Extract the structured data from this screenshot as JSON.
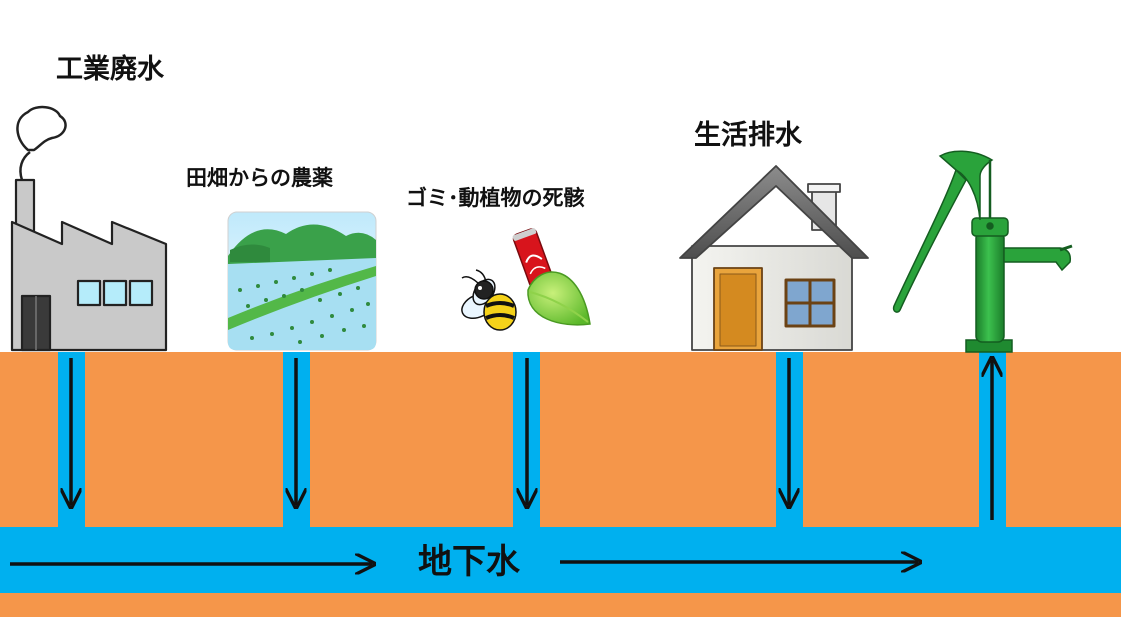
{
  "labels": {
    "industrial_wastewater": "工業廃水",
    "pesticides_from_fields": "田畑からの農薬",
    "garbage_and_remains": "ゴミ･動植物の死骸",
    "domestic_wastewater": "生活排水",
    "groundwater": "地下水"
  },
  "icons": {
    "factory": "factory-icon",
    "rice_field": "rice-field-icon",
    "bee": "bee-icon",
    "can": "cola-can-icon",
    "leaf": "leaf-icon",
    "house": "house-icon",
    "pump": "hand-pump-icon"
  },
  "colors": {
    "soil": "#f5964a",
    "water": "#00b0ef",
    "arrow": "#111111",
    "pump_green": "#2aa33b",
    "factory_gray": "#c9c9c9",
    "field_green": "#3aa14a"
  }
}
